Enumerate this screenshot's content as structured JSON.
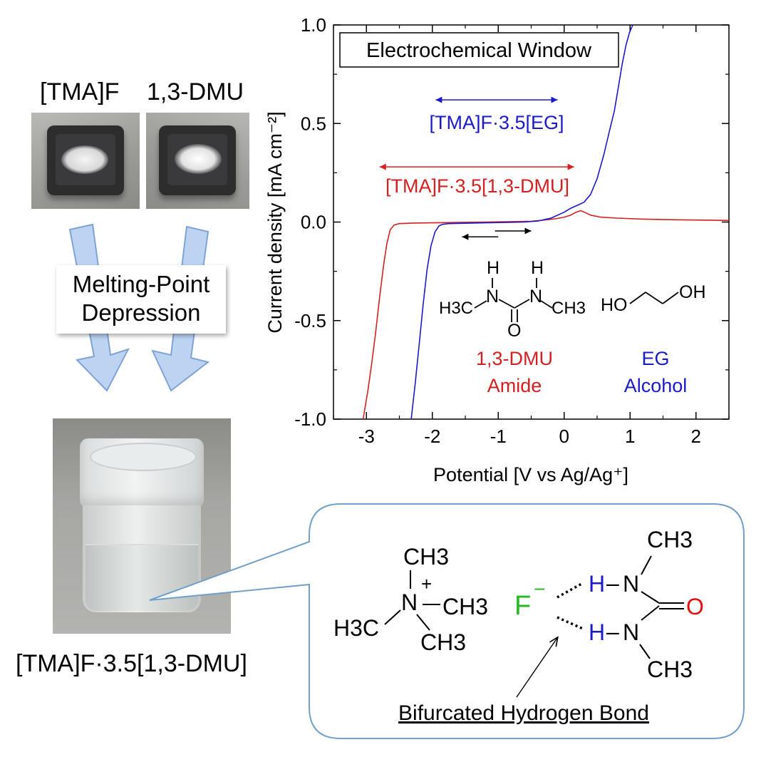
{
  "left_panel": {
    "salt_label": "[TMA]F",
    "hbd_label": "1,3-DMU",
    "process_line1": "Melting-Point",
    "process_line2": "Depression",
    "product_label": "[TMA]F·3.5[1,3-DMU]"
  },
  "chart_data": {
    "type": "line",
    "title": "Electrochemical Window",
    "xlabel": "Potential [V vs Ag/Ag⁺]",
    "ylabel": "Current density [mA cm⁻²]",
    "xlim": [
      -3.5,
      2.5
    ],
    "ylim": [
      -1.0,
      1.0
    ],
    "xticks": [
      -3,
      -2,
      -1,
      0,
      1,
      2
    ],
    "xtick_labels": [
      "-3",
      "-2",
      "-1",
      "0",
      "1",
      "2"
    ],
    "yticks": [
      1.0,
      0.5,
      0.0,
      -0.5,
      -1.0
    ],
    "ytick_labels": [
      "1.0",
      "0.5",
      "0.0",
      "-0.5",
      "-1.0"
    ],
    "grid": false,
    "series": [
      {
        "name": "[TMA]F·3.5[1,3-DMU]",
        "color": "#d42020",
        "x": [
          -3.05,
          -2.98,
          -2.92,
          -2.86,
          -2.8,
          -2.74,
          -2.69,
          -2.64,
          -2.58,
          -2.5,
          -2.3,
          -2.0,
          -1.6,
          -1.2,
          -0.8,
          -0.5,
          -0.3,
          -0.1,
          0.0,
          0.1,
          0.18,
          0.25,
          0.32,
          0.4,
          0.55,
          0.8,
          1.2,
          1.6,
          2.0,
          2.5
        ],
        "y": [
          -1.0,
          -0.86,
          -0.72,
          -0.56,
          -0.38,
          -0.22,
          -0.11,
          -0.04,
          -0.015,
          -0.008,
          -0.005,
          -0.004,
          -0.002,
          0.0,
          0.002,
          0.004,
          0.01,
          0.018,
          0.025,
          0.035,
          0.05,
          0.058,
          0.048,
          0.035,
          0.025,
          0.02,
          0.015,
          0.012,
          0.01,
          0.008
        ]
      },
      {
        "name": "[TMA]F·3.5[EG]",
        "color": "#1a1acc",
        "x": [
          -2.32,
          -2.26,
          -2.2,
          -2.14,
          -2.08,
          -2.02,
          -1.96,
          -1.9,
          -1.85,
          -1.75,
          -1.5,
          -1.2,
          -0.9,
          -0.6,
          -0.4,
          -0.2,
          0.0,
          0.1,
          0.2,
          0.3,
          0.4,
          0.5,
          0.6,
          0.7,
          0.76,
          0.82,
          0.88,
          0.94,
          0.99,
          1.04
        ],
        "y": [
          -1.0,
          -0.82,
          -0.62,
          -0.42,
          -0.24,
          -0.12,
          -0.05,
          -0.02,
          -0.012,
          -0.008,
          -0.006,
          -0.004,
          -0.002,
          0.0,
          0.005,
          0.02,
          0.05,
          0.07,
          0.085,
          0.1,
          0.14,
          0.22,
          0.34,
          0.48,
          0.56,
          0.68,
          0.8,
          0.9,
          0.96,
          1.0
        ]
      }
    ],
    "window_arrows": [
      {
        "label": "[TMA]F·3.5[EG]",
        "color": "#1a1acc",
        "x_from": -1.95,
        "x_to": -0.1,
        "y": 0.62
      },
      {
        "label": "[TMA]F·3.5[1,3-DMU]",
        "color": "#d42020",
        "x_from": -2.8,
        "x_to": 0.15,
        "y": 0.28
      },
      {
        "label": "",
        "color": "#000000",
        "x_from": -1.55,
        "x_to": -1.0,
        "y": -0.075
      },
      {
        "label": "",
        "color": "#000000",
        "x_from": -1.05,
        "x_to": -0.5,
        "y": -0.045
      }
    ]
  },
  "molecules": {
    "dmu_name": "1,3-DMU",
    "dmu_class": "Amide",
    "eg_name": "EG",
    "eg_class": "Alcohol",
    "h_atom": "H",
    "n_atom": "N",
    "o_atom": "O",
    "h3c": "H3C",
    "ch3": "CH3",
    "ho": "HO",
    "oh": "OH"
  },
  "bond_panel": {
    "ch3": "CH3",
    "h3c": "H3C",
    "n_plus": "N",
    "plus": "+",
    "fluoride": "F",
    "minus": "−",
    "h_atom": "H",
    "dash": "–",
    "n_atom": "N",
    "o_atom": "O",
    "caption": "Bifurcated Hydrogen Bond"
  },
  "colors": {
    "red_series": "#d42020",
    "blue_series": "#1a1acc",
    "fluoride_green": "#22bb22",
    "hydrogen_blue": "#1a1acc",
    "oxygen_red": "#e01010",
    "arrow_fill": "#bcd4f2",
    "arrow_stroke": "#7fa3d6",
    "callout_stroke": "#6fa0cc"
  }
}
